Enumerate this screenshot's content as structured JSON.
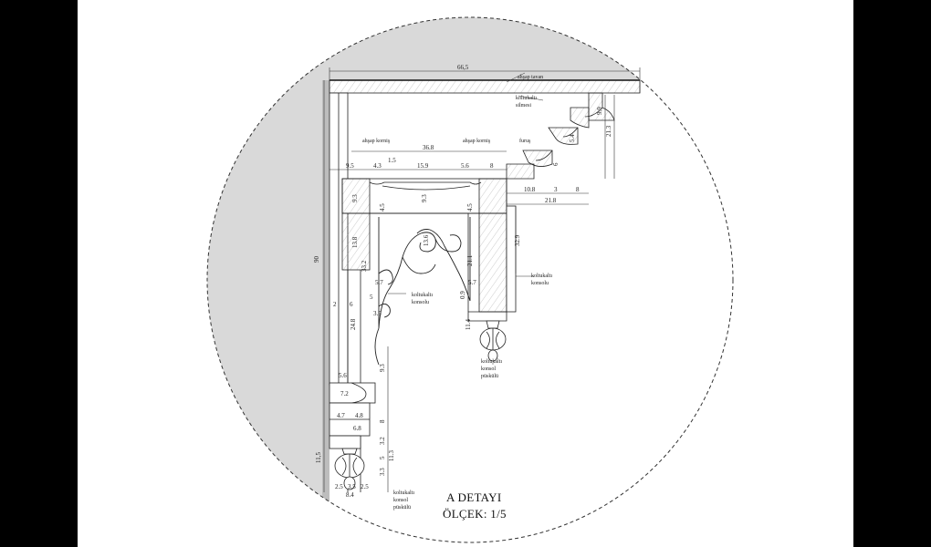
{
  "title": {
    "name": "A DETAYI",
    "scale": "ÖLÇEK: 1/5"
  },
  "labels": {
    "ceiling": "ahşap tavan",
    "soffit_molding": [
      "koltukaltı",
      "silmesi"
    ],
    "cornice_left": "ahşap korniş",
    "cornice_right": "ahşap korniş",
    "furus": "furuş",
    "console_right": [
      "koltukaltı",
      "konsolu"
    ],
    "console_left": [
      "koltukaltı",
      "konsolu"
    ],
    "pendant_right": [
      "koltukaltı",
      "konsol",
      "püskülü"
    ],
    "pendant_left": [
      "koltukaltı",
      "konsol",
      "püskülü"
    ]
  },
  "dimensions": {
    "total_width": "66,5",
    "height_total": "90",
    "d36_8": "36.8",
    "d1_5": "1.5",
    "d9_5": "9.5",
    "d4_3": "4.3",
    "d15_9": "15.9",
    "d5_6a": "5.6",
    "d8a": "8",
    "d10_8": "10.8",
    "d3": "3",
    "d8b": "8",
    "d21_8": "21.8",
    "d9_9": "9.9",
    "d21_3": "21.3",
    "d5_4": "5.4",
    "d6": "6",
    "d9_3a": "9.3",
    "d9_3b": "9.3",
    "d4_5a": "4.5",
    "d4_5b": "4.5",
    "d13_8": "13.8",
    "d13_6": "13.6",
    "d32_9": "32.9",
    "d33_2": "33.2",
    "d21_1": "21.1",
    "d5_7a": "5.7",
    "d5_7b": "5.7",
    "d5": "5",
    "d0_9": "0.9",
    "d2": "2",
    "d6b": "6",
    "d3_5": "3.5",
    "d24_8": "24.8",
    "d11_4": "11.4",
    "d9_3c": "9.3",
    "d5_6b": "5.6",
    "d7_2": "7.2",
    "d4_7": "4.7",
    "d4_8": "4.8",
    "d6_8": "6.8",
    "d8c": "8",
    "d3_2": "3.2",
    "d5b": "5",
    "d3_3": "3.3",
    "d11_3a": "11.3",
    "d11_5": "11,5",
    "d2_5a": "2.5",
    "d3_5b": "3.5",
    "d2_5b": "2.5",
    "d8_4": "8.4"
  }
}
